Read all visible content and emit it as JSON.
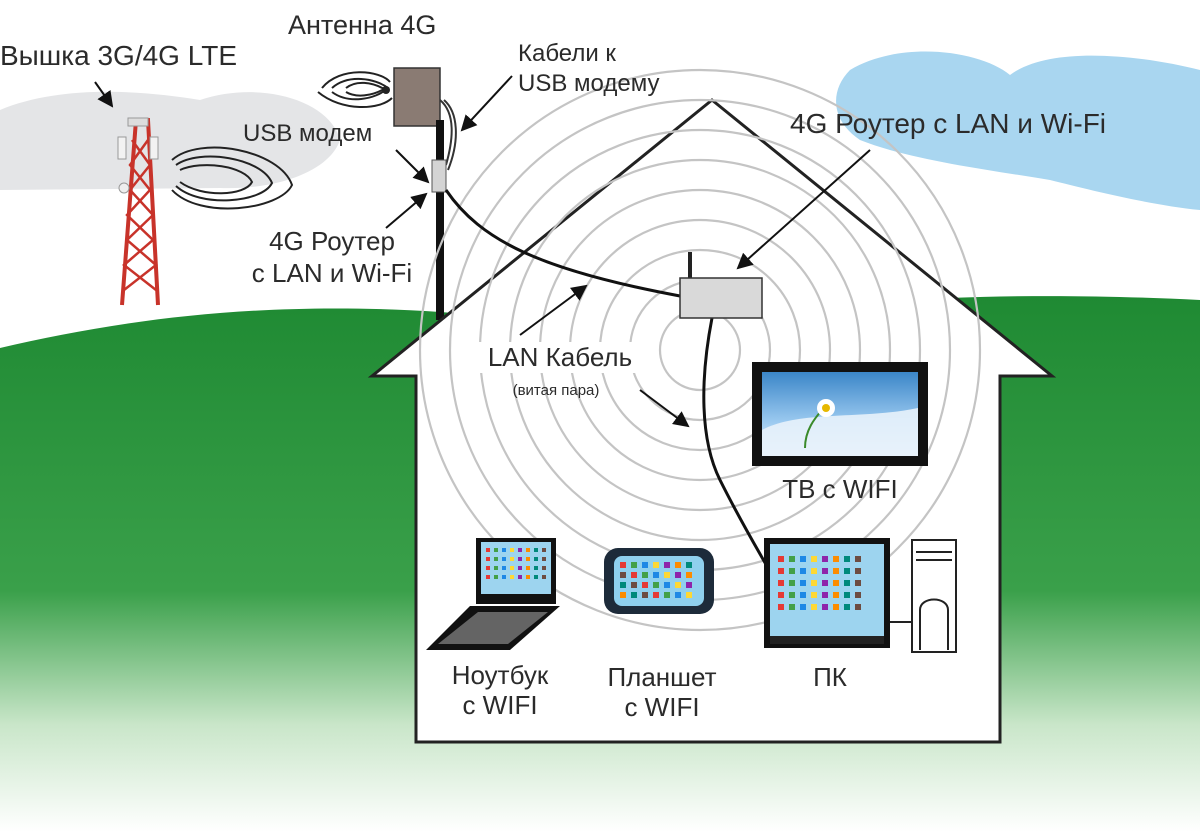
{
  "labels": {
    "tower": "Вышка 3G/4G LTE",
    "antenna": "Антенна 4G",
    "cables_line1": "Кабели к",
    "cables_line2": "USB модему",
    "usb_modem": "USB модем",
    "router_outdoor_line1": "4G Роутер",
    "router_outdoor_line2": "с LAN и Wi-Fi",
    "router_indoor": "4G Роутер с LAN и Wi-Fi",
    "lan_cable": "LAN Кабель",
    "lan_cable_sub": "(витая пара)",
    "tv": "ТВ с WIFI",
    "laptop_line1": "Ноутбук",
    "laptop_line2": "с WIFI",
    "tablet_line1": "Планшет",
    "tablet_line2": "с WIFI",
    "pc": "ПК"
  },
  "colors": {
    "grass": "#2a8a36",
    "sky_patch": "#a9d6f0",
    "cloud": "#e2e4e6",
    "tower": "#c8332a",
    "antenna": "#8a7b73",
    "router": "#d9d9d9",
    "screen": "#9dd4ef",
    "wires": "#111111"
  }
}
